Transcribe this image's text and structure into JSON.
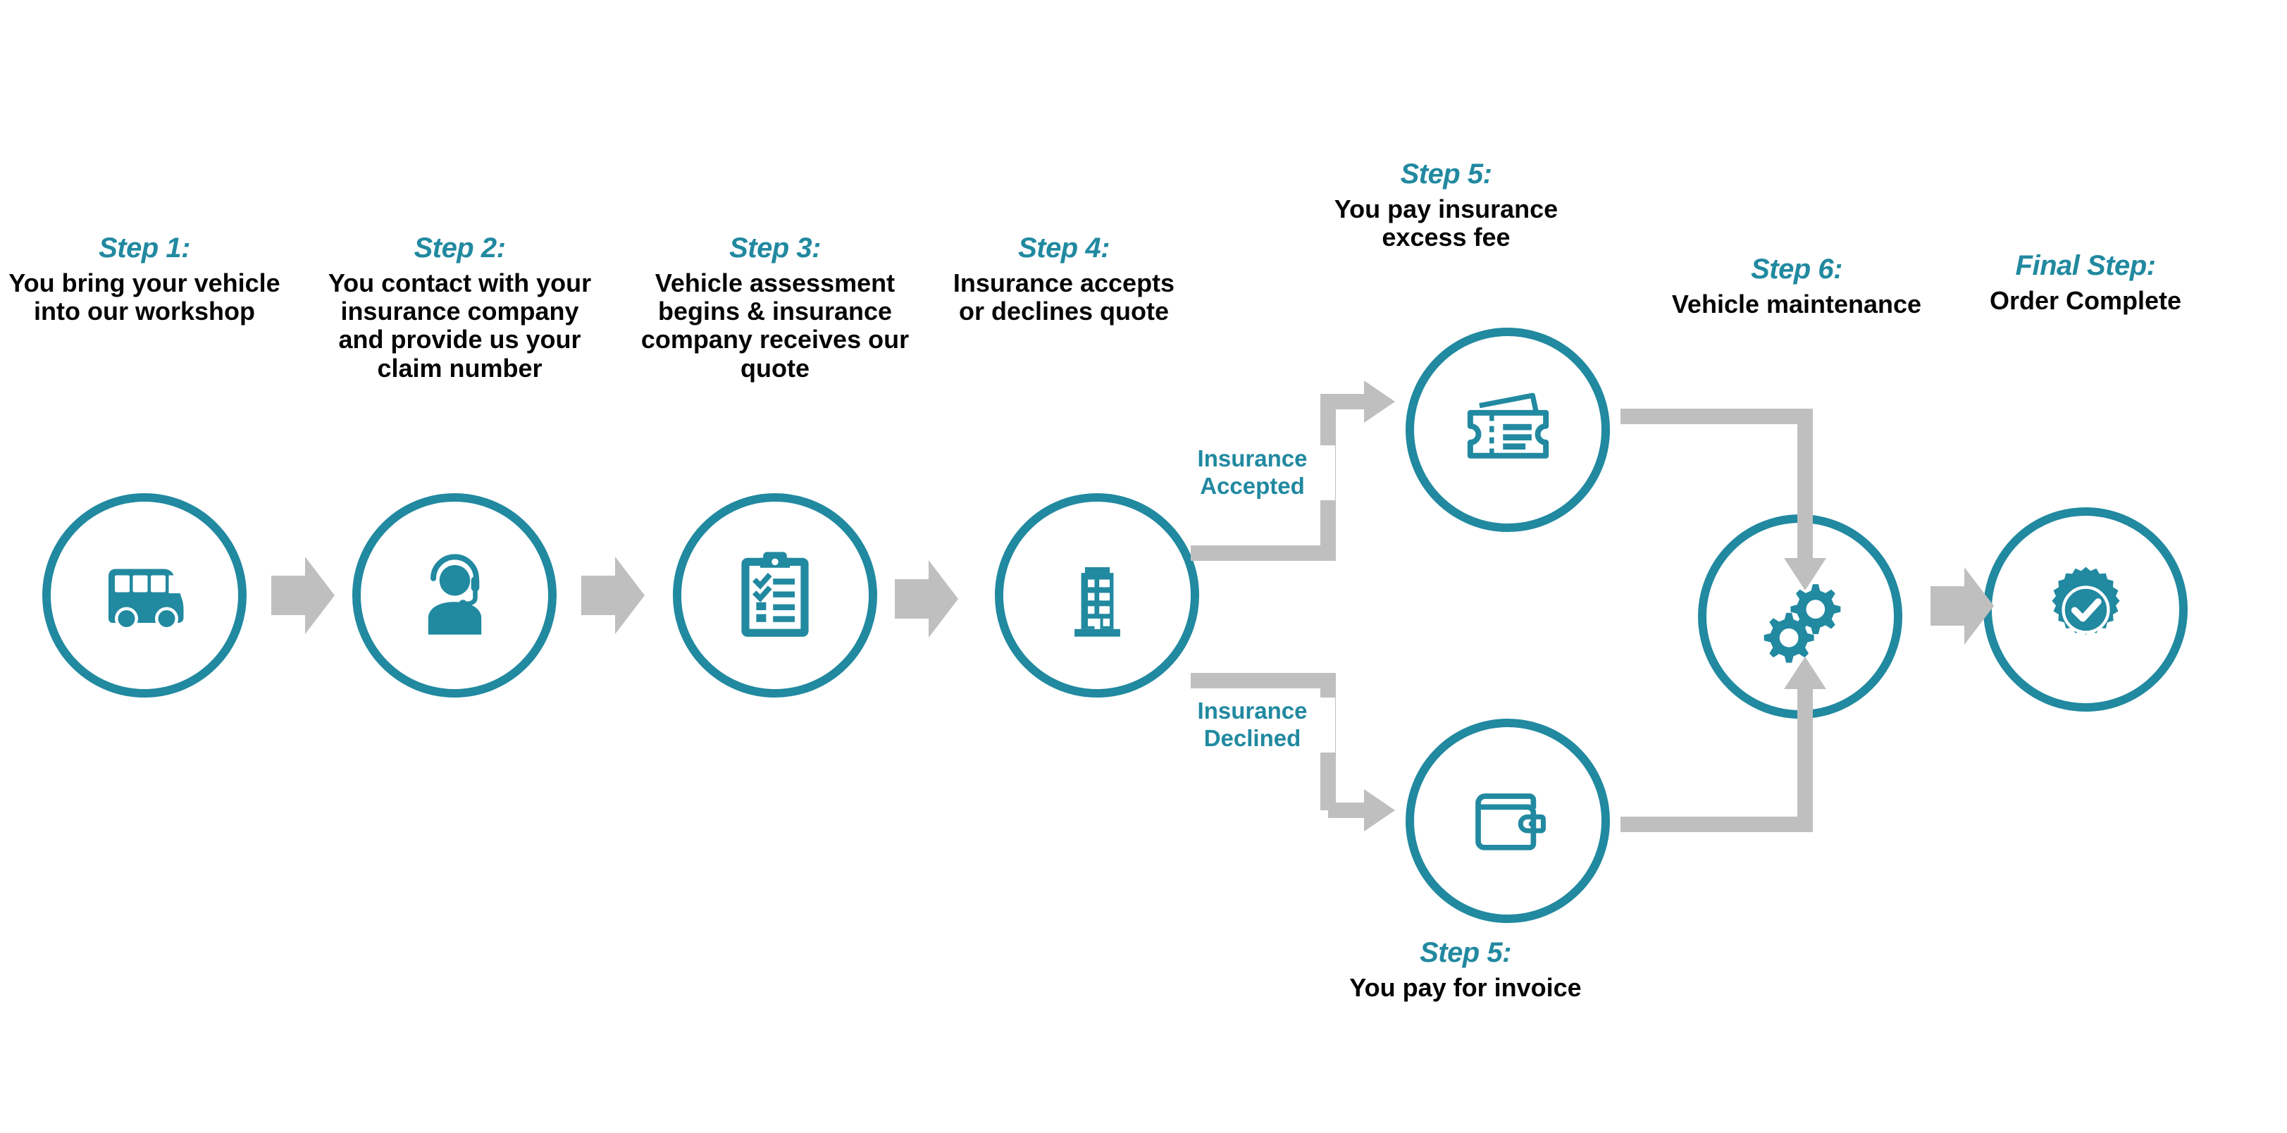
{
  "theme": {
    "teal": "#2189a0",
    "gray_arrow": "#bfbfbf",
    "text_dark": "#050505",
    "background": "#ffffff"
  },
  "diagram": {
    "type": "flowchart",
    "orientation": "left-to-right with branch split and merge",
    "nodes": [
      {
        "id": "step1",
        "title": "Step 1:",
        "description": "You bring your vehicle into our workshop",
        "icon": "bus-van-icon"
      },
      {
        "id": "step2",
        "title": "Step 2:",
        "description": "You contact with your insurance company and provide us your claim number",
        "icon": "support-agent-headset-icon"
      },
      {
        "id": "step3",
        "title": "Step 3:",
        "description": "Vehicle assessment begins & insurance company receives our quote",
        "icon": "clipboard-checklist-icon"
      },
      {
        "id": "step4",
        "title": "Step 4:",
        "description": "Insurance accepts or declines quote",
        "icon": "office-building-icon"
      },
      {
        "id": "step5-accepted",
        "title": "Step 5:",
        "description": "You pay insurance excess fee",
        "icon": "ticket-voucher-icon"
      },
      {
        "id": "step5-declined",
        "title": "Step 5:",
        "description": "You pay for invoice",
        "icon": "wallet-icon"
      },
      {
        "id": "step6",
        "title": "Step 6:",
        "description": "Vehicle maintenance",
        "icon": "gears-icon"
      },
      {
        "id": "final",
        "title": "Final Step:",
        "description": "Order Complete",
        "icon": "verified-badge-check-icon"
      }
    ],
    "branch_labels": [
      {
        "id": "accepted",
        "line1": "Insurance",
        "line2": "Accepted"
      },
      {
        "id": "declined",
        "line1": "Insurance",
        "line2": "Declined"
      }
    ],
    "connectors": [
      {
        "from": "step1",
        "to": "step2",
        "style": "right-chevron-arrow"
      },
      {
        "from": "step2",
        "to": "step3",
        "style": "right-chevron-arrow"
      },
      {
        "from": "step3",
        "to": "step4",
        "style": "right-chevron-arrow"
      },
      {
        "from": "step4",
        "to": "step5-accepted",
        "style": "elbow-up-then-right-arrow",
        "label": "Insurance Accepted"
      },
      {
        "from": "step4",
        "to": "step5-declined",
        "style": "elbow-down-then-right-arrow",
        "label": "Insurance Declined"
      },
      {
        "from": "step5-accepted",
        "to": "step6",
        "style": "right-then-down-arrow"
      },
      {
        "from": "step5-declined",
        "to": "step6",
        "style": "right-then-up-arrow"
      },
      {
        "from": "step6",
        "to": "final",
        "style": "right-chevron-arrow"
      }
    ]
  }
}
